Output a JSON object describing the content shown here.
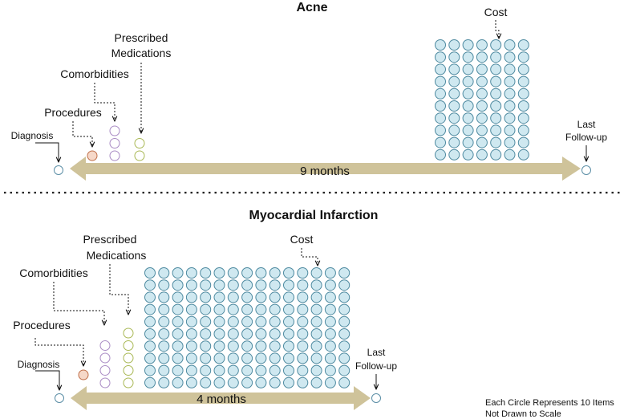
{
  "panels": [
    {
      "title": "Acne",
      "labels": {
        "diagnosis": "Diagnosis",
        "procedures": "Procedures",
        "comorbidities": "Comorbidities",
        "medications_line1": "Prescribed",
        "medications_line2": "Medications",
        "cost": "Cost",
        "last_followup_line1": "Last",
        "last_followup_line2": "Follow-up"
      },
      "duration": "9 months",
      "counts": {
        "procedures": 1,
        "comorbidities": 3,
        "medications": 2,
        "cost_columns": 7,
        "cost_rows": 10
      }
    },
    {
      "title": "Myocardial Infarction",
      "labels": {
        "diagnosis": "Diagnosis",
        "procedures": "Procedures",
        "comorbidities": "Comorbidities",
        "medications_line1": "Prescribed",
        "medications_line2": "Medications",
        "cost": "Cost",
        "last_followup_line1": "Last",
        "last_followup_line2": "Follow-up"
      },
      "duration": "4 months",
      "counts": {
        "procedures": 1,
        "comorbidities": 4,
        "medications": 5,
        "cost_columns": 15,
        "cost_rows": 10
      }
    }
  ],
  "footnote": {
    "line1": "Each Circle Represents 10 Items",
    "line2": "Not Drawn to Scale"
  },
  "colors": {
    "arrow": "#cfc39a",
    "cost_fill": "#cfe8f0",
    "cost_stroke": "#4e8aa0",
    "procedure_fill": "#f6d8c8",
    "procedure_stroke": "#c0704a",
    "comorbidity_stroke": "#a98bc4",
    "medication_stroke": "#a9b855",
    "endpoint_stroke": "#5b8ea6"
  }
}
